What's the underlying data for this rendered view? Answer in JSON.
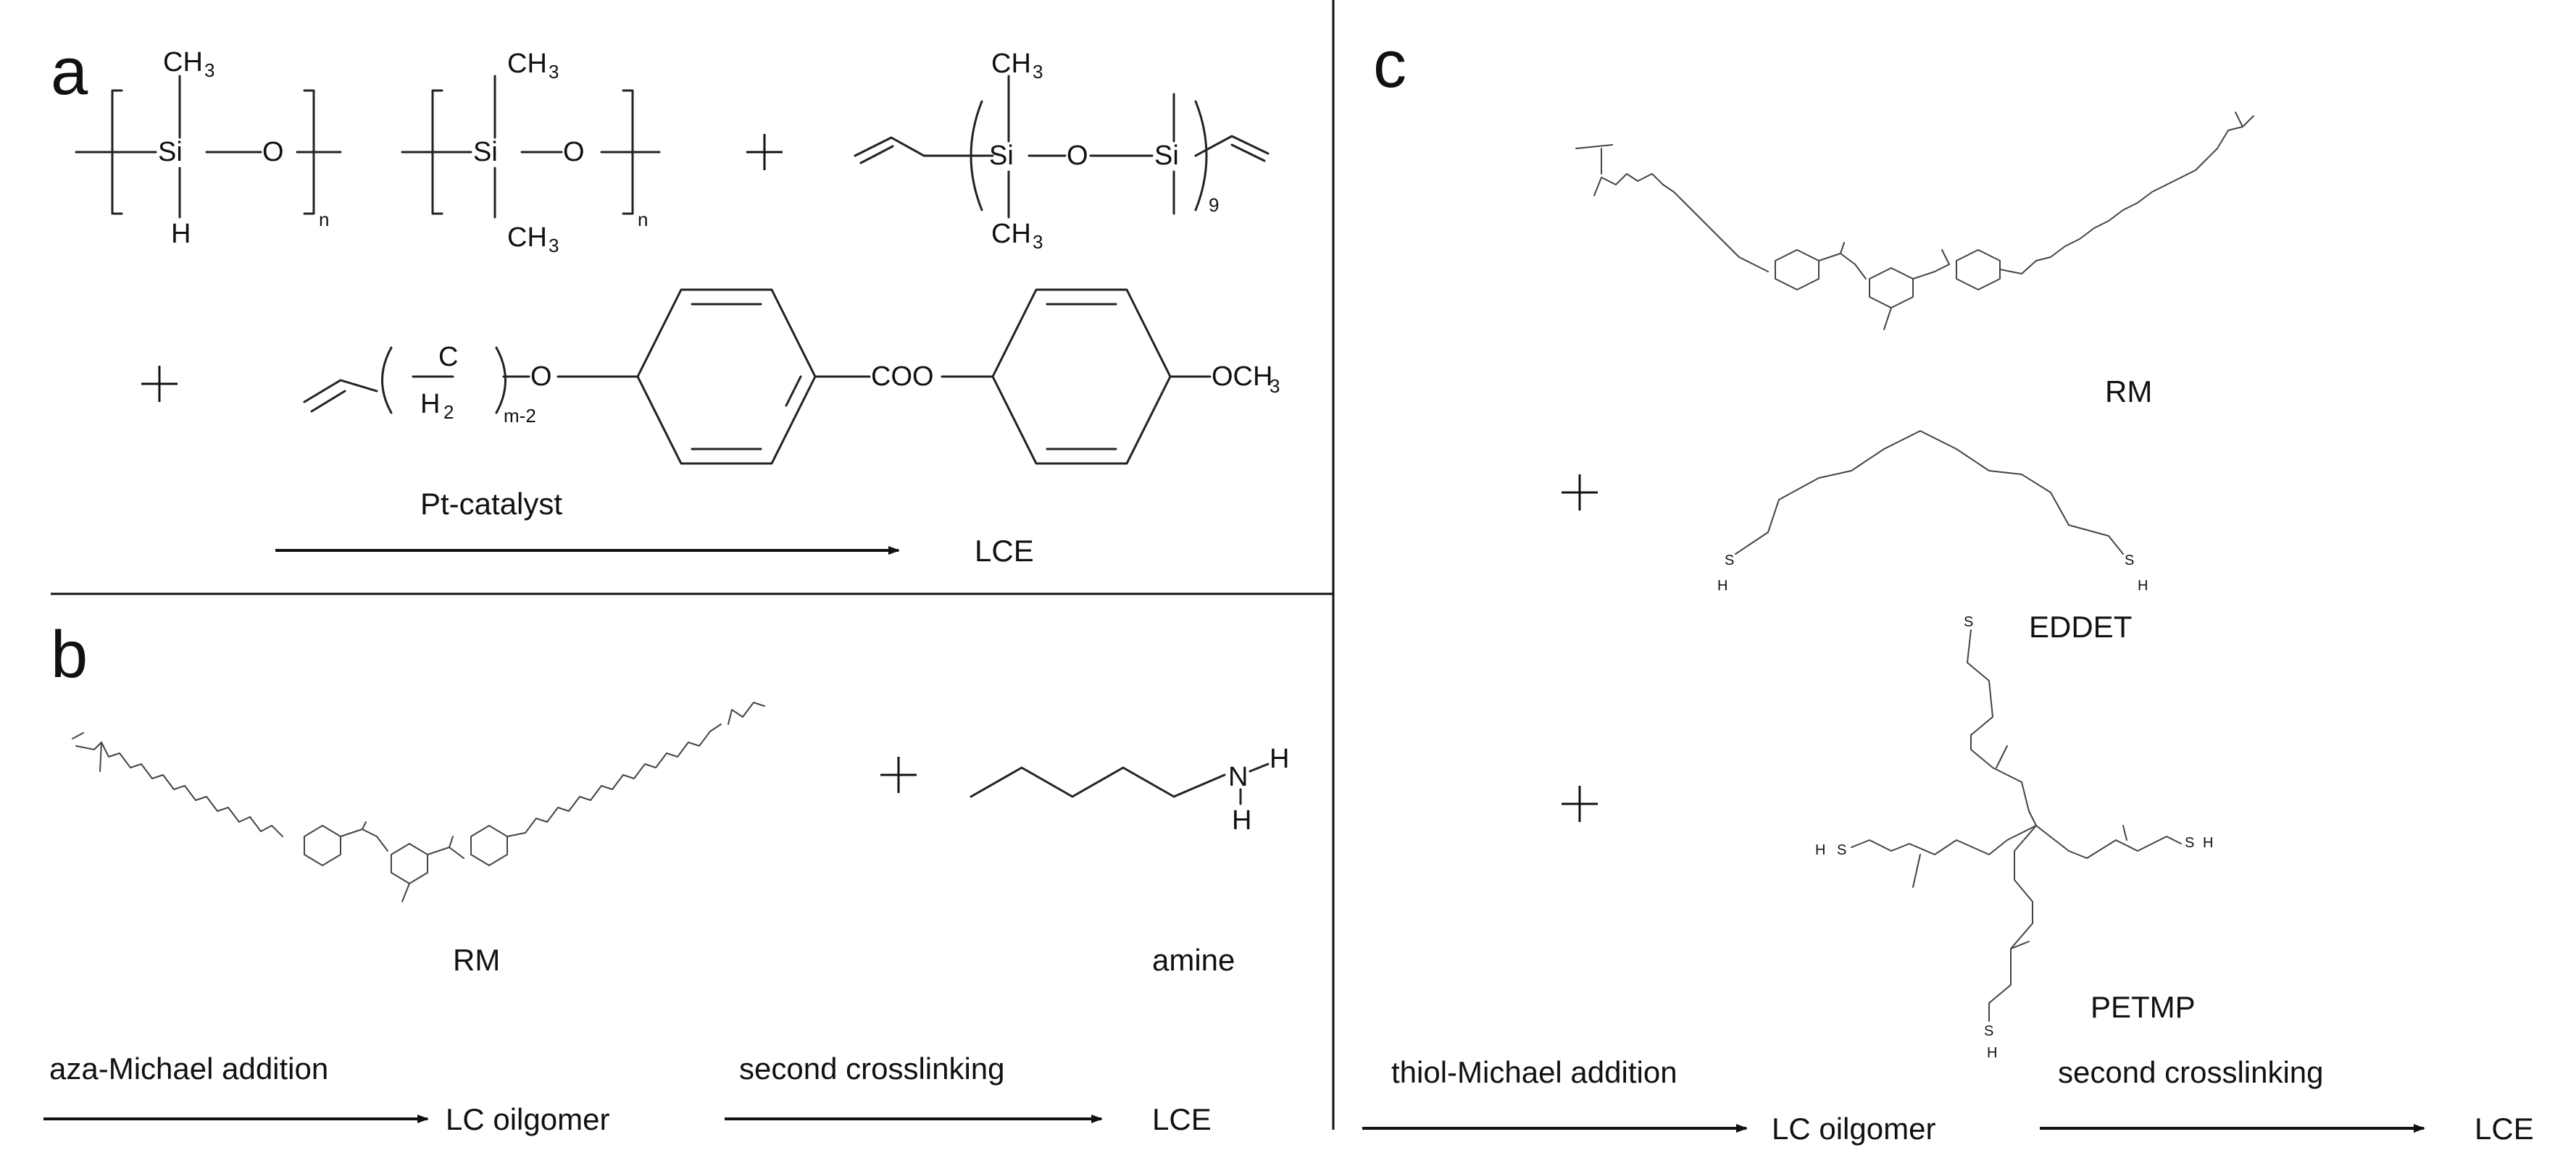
{
  "panels": {
    "a": {
      "label": "a",
      "atoms": {
        "ch3": "CH",
        "three": "3",
        "si": "Si",
        "o": "O",
        "h": "H",
        "n": "n",
        "nine": "9",
        "c": "C",
        "h2": "H",
        "two": "2",
        "m2": "m-2",
        "coo": "COO",
        "och3": "OCH",
        "och3_sub": "3"
      },
      "catalyst": "Pt-catalyst",
      "product": "LCE"
    },
    "b": {
      "label": "b",
      "rm": "RM",
      "amine": "amine",
      "n": "N",
      "h": "H",
      "step1": "aza-Michael addition",
      "intermediate": "LC oilgomer",
      "step2": "second crosslinking",
      "product": "LCE"
    },
    "c": {
      "label": "c",
      "rm": "RM",
      "eddet": "EDDET",
      "petmp": "PETMP",
      "s": "S",
      "h": "H",
      "step1": "thiol-Michael addition",
      "intermediate": "LC oilgomer",
      "step2": "second crosslinking",
      "product": "LCE"
    }
  }
}
